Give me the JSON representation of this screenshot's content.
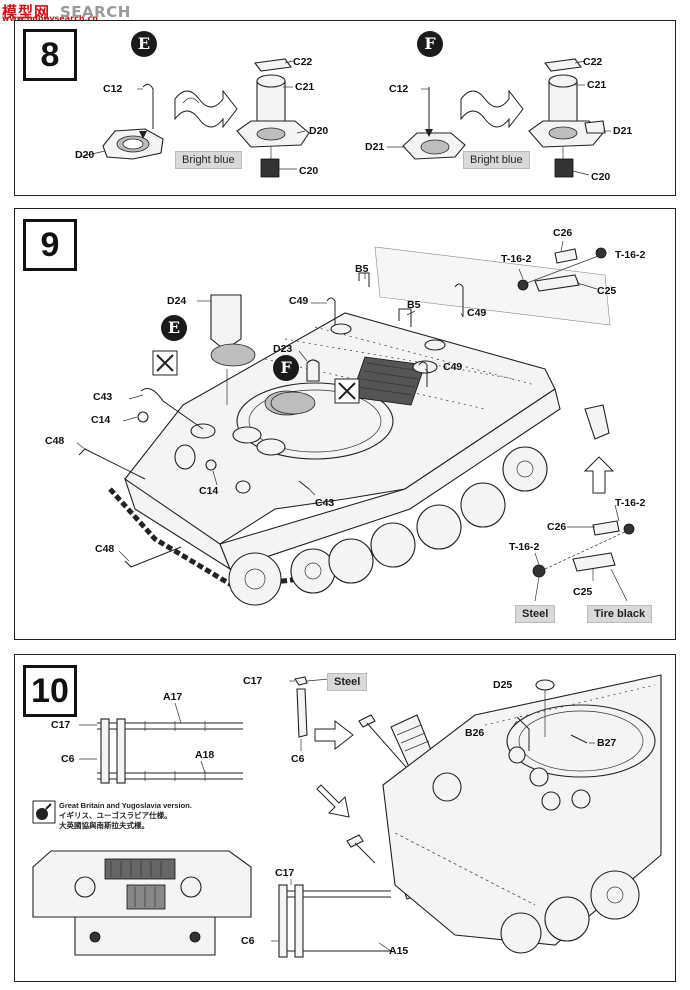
{
  "watermark": {
    "logo": "模型网",
    "url": "www.hobbysearch.cn",
    "text": "SEARCH"
  },
  "step8": {
    "number": "8",
    "variant_e": {
      "badge": "E",
      "labels": {
        "c12": "C12",
        "d20_left": "D20",
        "c22": "C22",
        "c21": "C21",
        "d20_right": "D20",
        "c20": "C20"
      },
      "paint": "Bright blue"
    },
    "variant_f": {
      "badge": "F",
      "labels": {
        "c12": "C12",
        "d21_left": "D21",
        "c22": "C22",
        "c21": "C21",
        "d21_right": "D21",
        "c20": "C20"
      },
      "paint": "Bright blue"
    }
  },
  "step9": {
    "number": "9",
    "labels": {
      "d24": "D24",
      "c49_left": "C49",
      "b5_top": "B5",
      "b5_mid": "B5",
      "c49_right_top": "C49",
      "d23": "D23",
      "c49_right_mid": "C49",
      "c43_left": "C43",
      "c14_left": "C14",
      "c48_left": "C48",
      "c14_mid": "C14",
      "c43_mid": "C43",
      "c48_bottom": "C48",
      "c26_top": "C26",
      "t16_2_tl": "T-16-2",
      "t16_2_tr": "T-16-2",
      "c25_top": "C25",
      "t16_2_mr": "T-16-2",
      "c26_bottom": "C26",
      "t16_2_ml": "T-16-2",
      "c25_bottom": "C25"
    },
    "badges": {
      "e": "E",
      "f": "F"
    },
    "paint": {
      "steel": "Steel",
      "tire": "Tire black"
    }
  },
  "step10": {
    "number": "10",
    "labels": {
      "c17_top": "C17",
      "c6_top": "C6",
      "c17_left": "C17",
      "c6_left": "C6",
      "a17": "A17",
      "a18": "A18",
      "d25": "D25",
      "b26": "B26",
      "b27": "B27",
      "c17_bottom": "C17",
      "c6_bottom": "C6",
      "a15": "A15"
    },
    "paint": {
      "steel": "Steel"
    },
    "note": {
      "line1": "Great Britain and Yugoslavia version.",
      "line2": "イギリス、ユーゴスラビア仕様。",
      "line3": "大英國協與南斯拉夫式樣。"
    }
  }
}
